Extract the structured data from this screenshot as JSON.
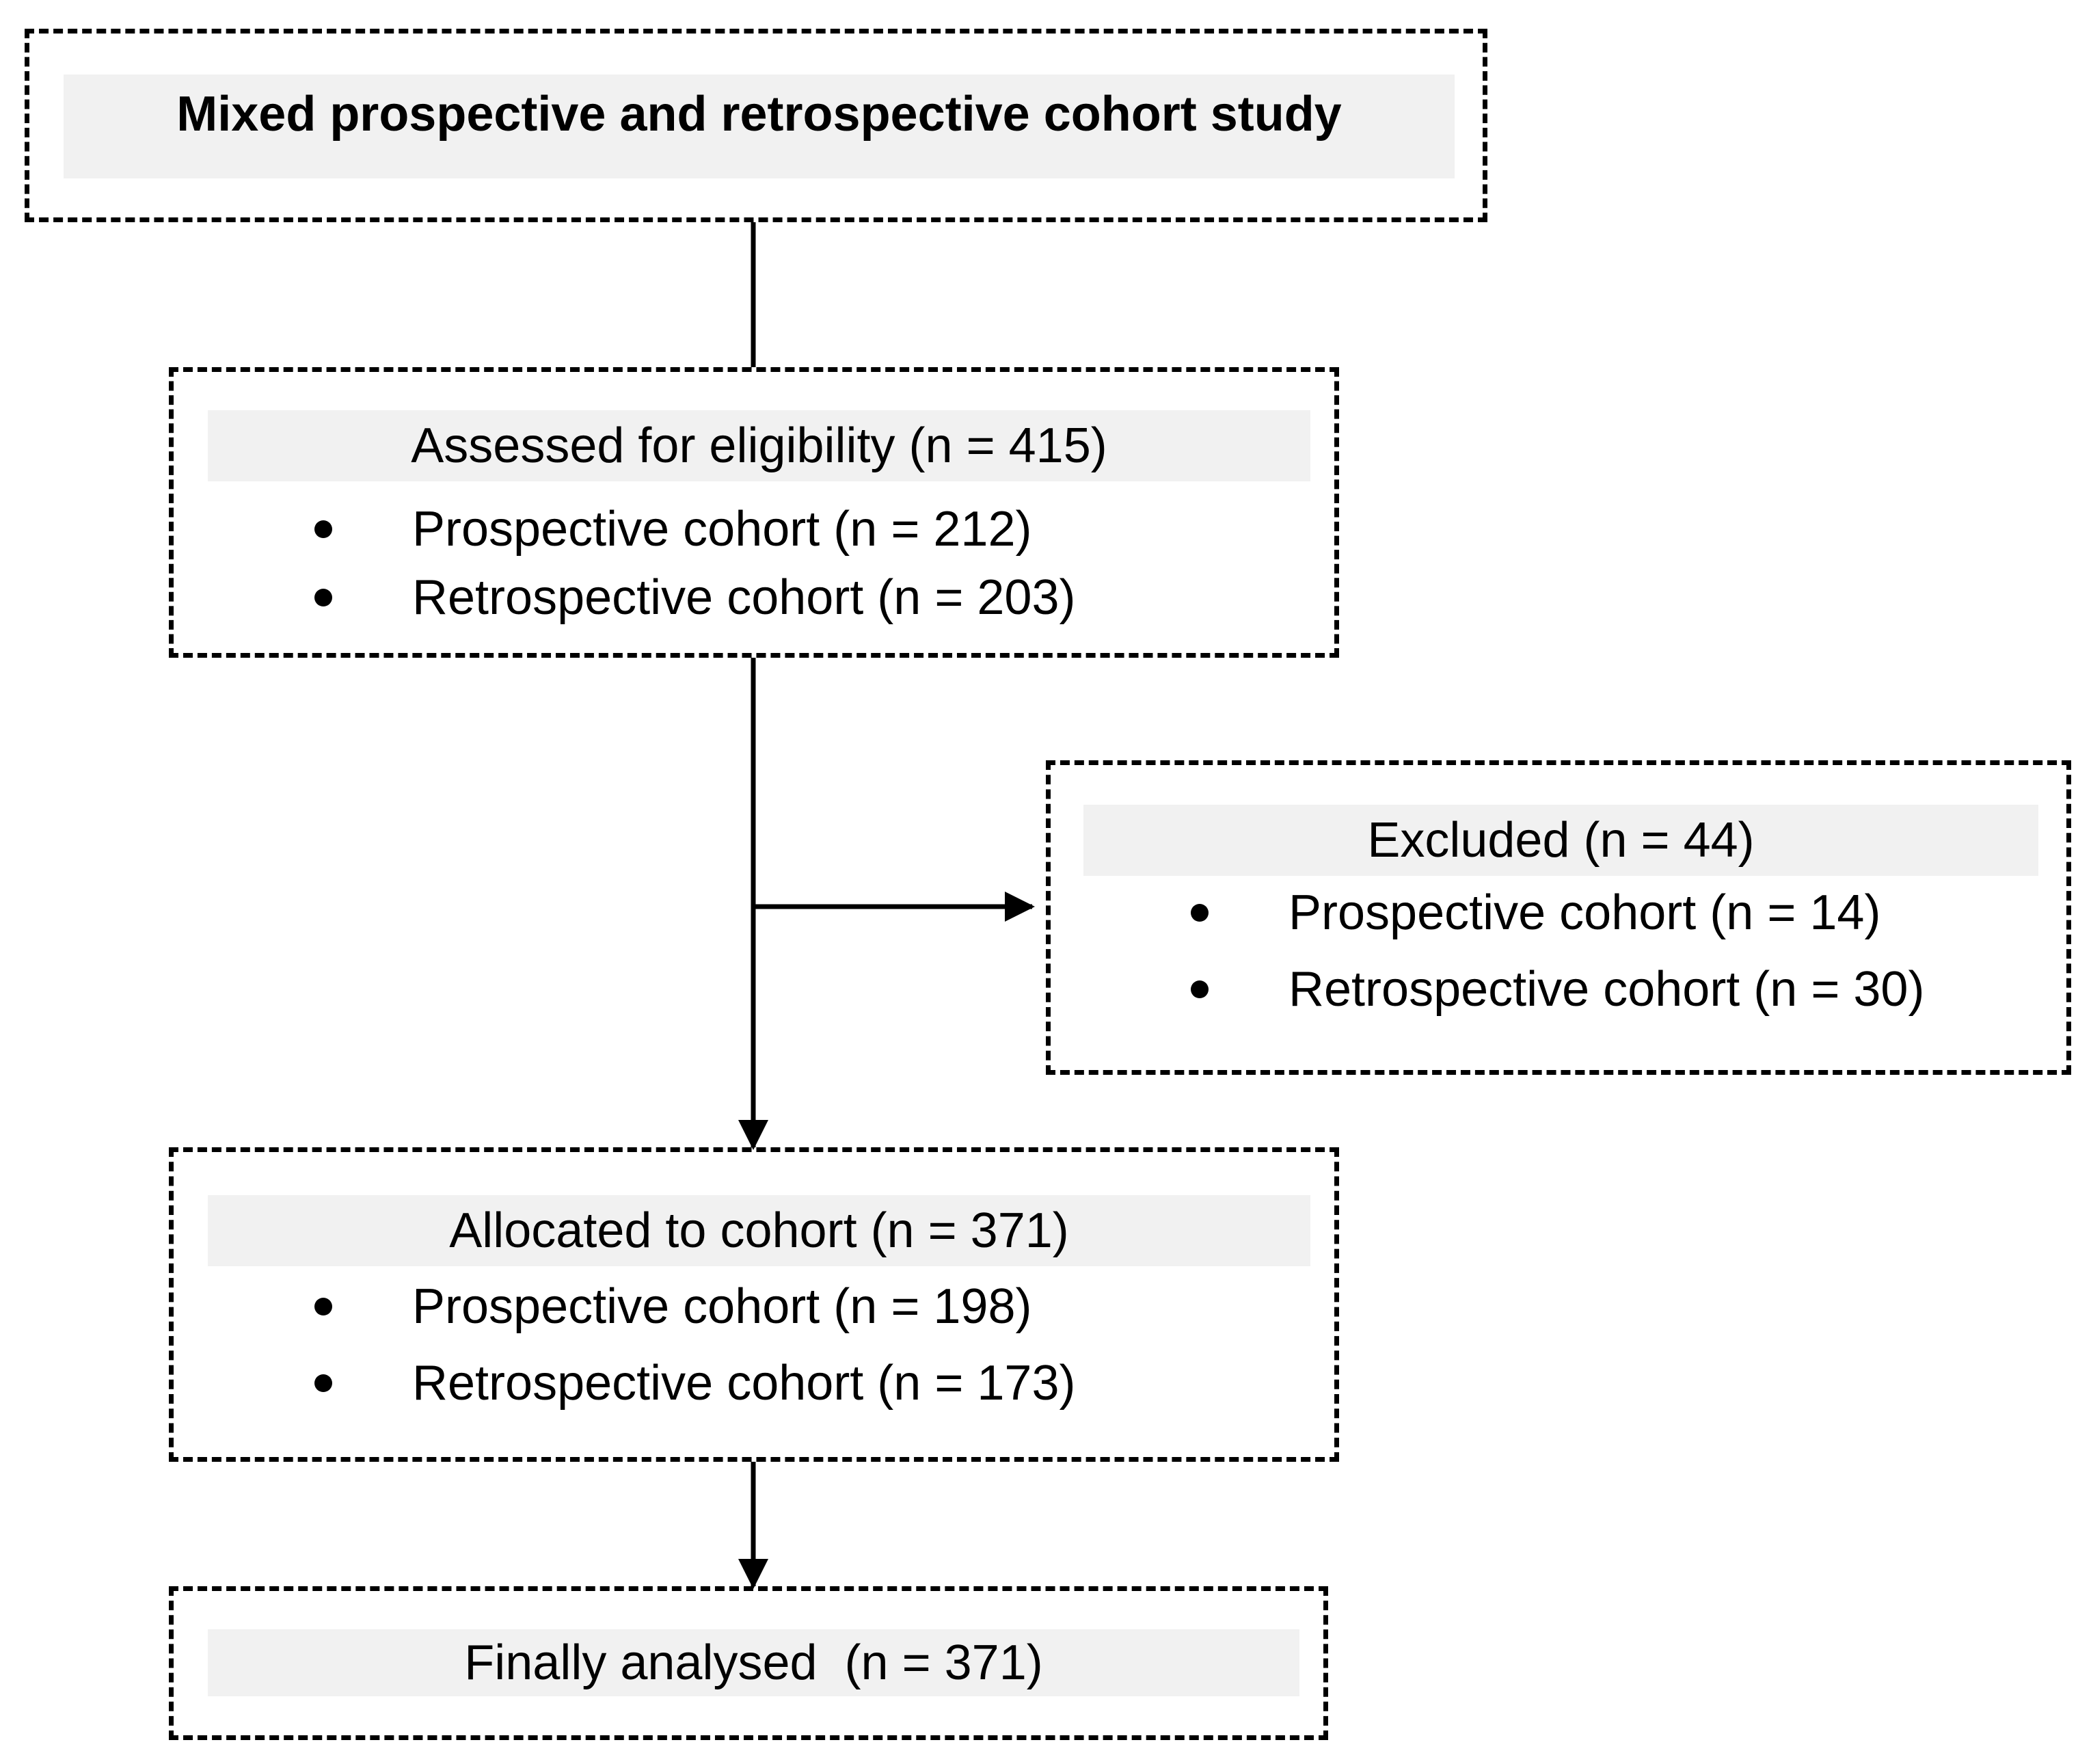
{
  "study": {
    "title": "Mixed prospective and retrospective cohort study"
  },
  "eligibility": {
    "heading": "Assessed for eligibility (n = 415)",
    "items": [
      "Prospective cohort (n = 212)",
      "Retrospective cohort (n = 203)"
    ]
  },
  "excluded": {
    "heading": "Excluded (n = 44)",
    "items": [
      "Prospective cohort (n = 14)",
      "Retrospective cohort (n = 30)"
    ]
  },
  "allocated": {
    "heading": "Allocated to cohort (n = 371)",
    "items": [
      "Prospective cohort (n = 198)",
      "Retrospective cohort (n = 173)"
    ]
  },
  "analysed": {
    "heading": "Finally analysed  (n = 371)"
  },
  "colors": {
    "header_band": "#f1f1f1",
    "line": "#000000",
    "background": "#ffffff"
  }
}
